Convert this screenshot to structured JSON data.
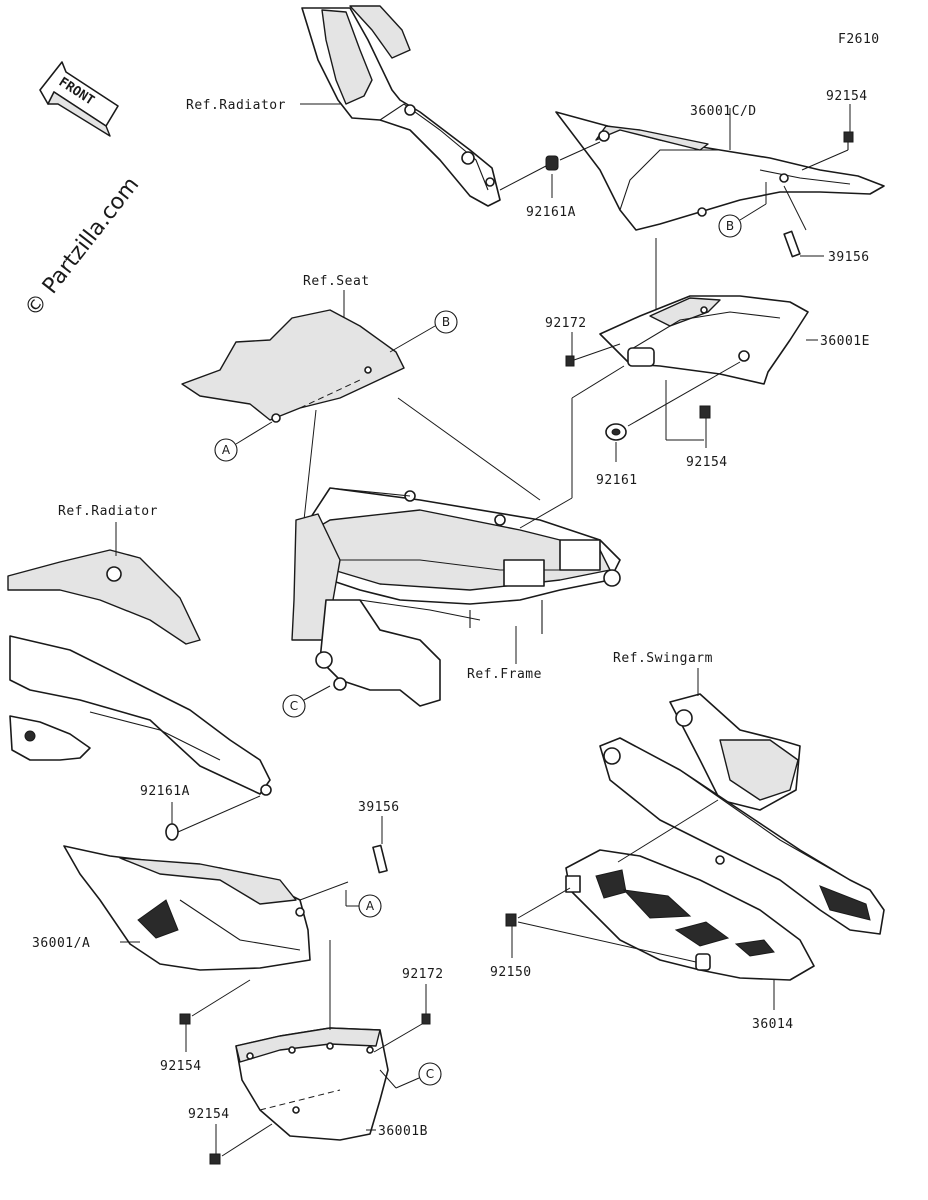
{
  "figure_code": "F2610",
  "watermark": "© Partzilla.com",
  "front_indicator": "FRONT",
  "reference_labels": {
    "radiator_top": "Ref.Radiator",
    "radiator_left": "Ref.Radiator",
    "seat": "Ref.Seat",
    "frame": "Ref.Frame",
    "swingarm": "Ref.Swingarm"
  },
  "part_labels": {
    "p36001CD": "36001C/D",
    "p92154_top": "92154",
    "p92161A_top": "92161A",
    "p39156_top": "39156",
    "p92172_top": "92172",
    "p36001E": "36001E",
    "p92161": "92161",
    "p92154_mid": "92154",
    "p92161A_bot": "92161A",
    "p39156_bot": "39156",
    "p36001A": "36001/A",
    "p92154_left": "92154",
    "p92172_bot": "92172",
    "p92154_bot": "92154",
    "p36001B": "36001B",
    "p92150": "92150",
    "p36014": "36014"
  },
  "callouts": {
    "A_seat": "A",
    "B_seat": "B",
    "B_top": "B",
    "C_frame": "C",
    "A_lower": "A",
    "C_lower": "C"
  }
}
